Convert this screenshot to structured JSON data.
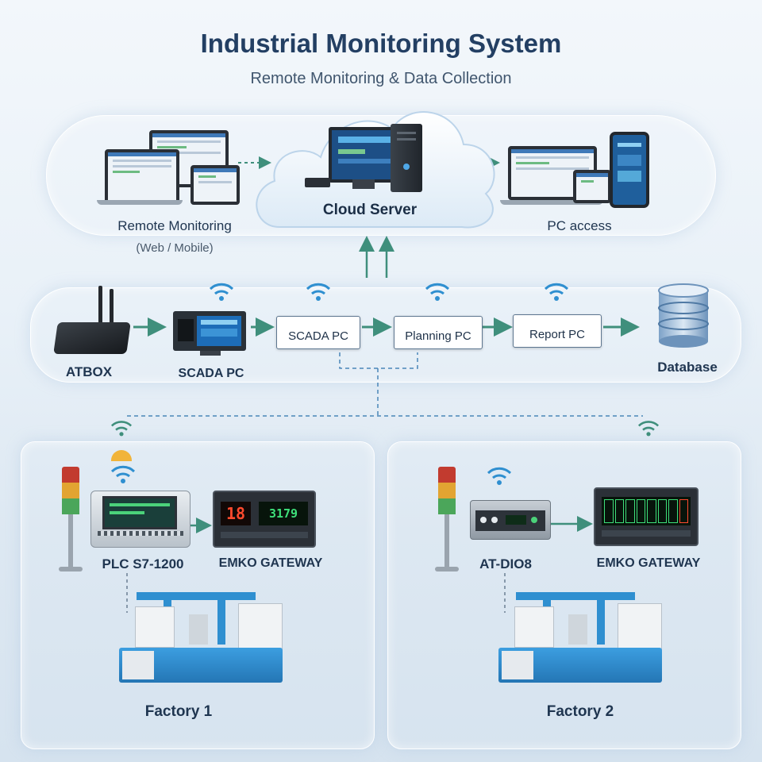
{
  "header": {
    "title": "Industrial Monitoring System",
    "subtitle": "Remote Monitoring & Data Collection"
  },
  "top_tier": {
    "cloud_label": "Cloud Server",
    "remote_label": "Remote Monitoring",
    "remote_sub": "(Web / Mobile)",
    "pc_access_label": "PC access"
  },
  "middle_tier": {
    "atbox_label": "ATBOX",
    "scada_label": "SCADA PC",
    "scada_box": "SCADA PC",
    "planning_box": "Planning PC",
    "report_box": "Report PC",
    "database_label": "Database"
  },
  "factory1": {
    "plc_label": "PLC S7-1200",
    "gateway_label": "EMKO GATEWAY",
    "display_left": "18",
    "display_right": "3179",
    "name": "Factory 1"
  },
  "factory2": {
    "dio_label": "AT-DIO8",
    "gateway_label": "EMKO GATEWAY",
    "name": "Factory 2"
  },
  "colors": {
    "title": "#233f63",
    "arrow_green": "#3f8f7c",
    "connector_blue": "#4a86b8",
    "device_blue": "#2f8fd0"
  }
}
